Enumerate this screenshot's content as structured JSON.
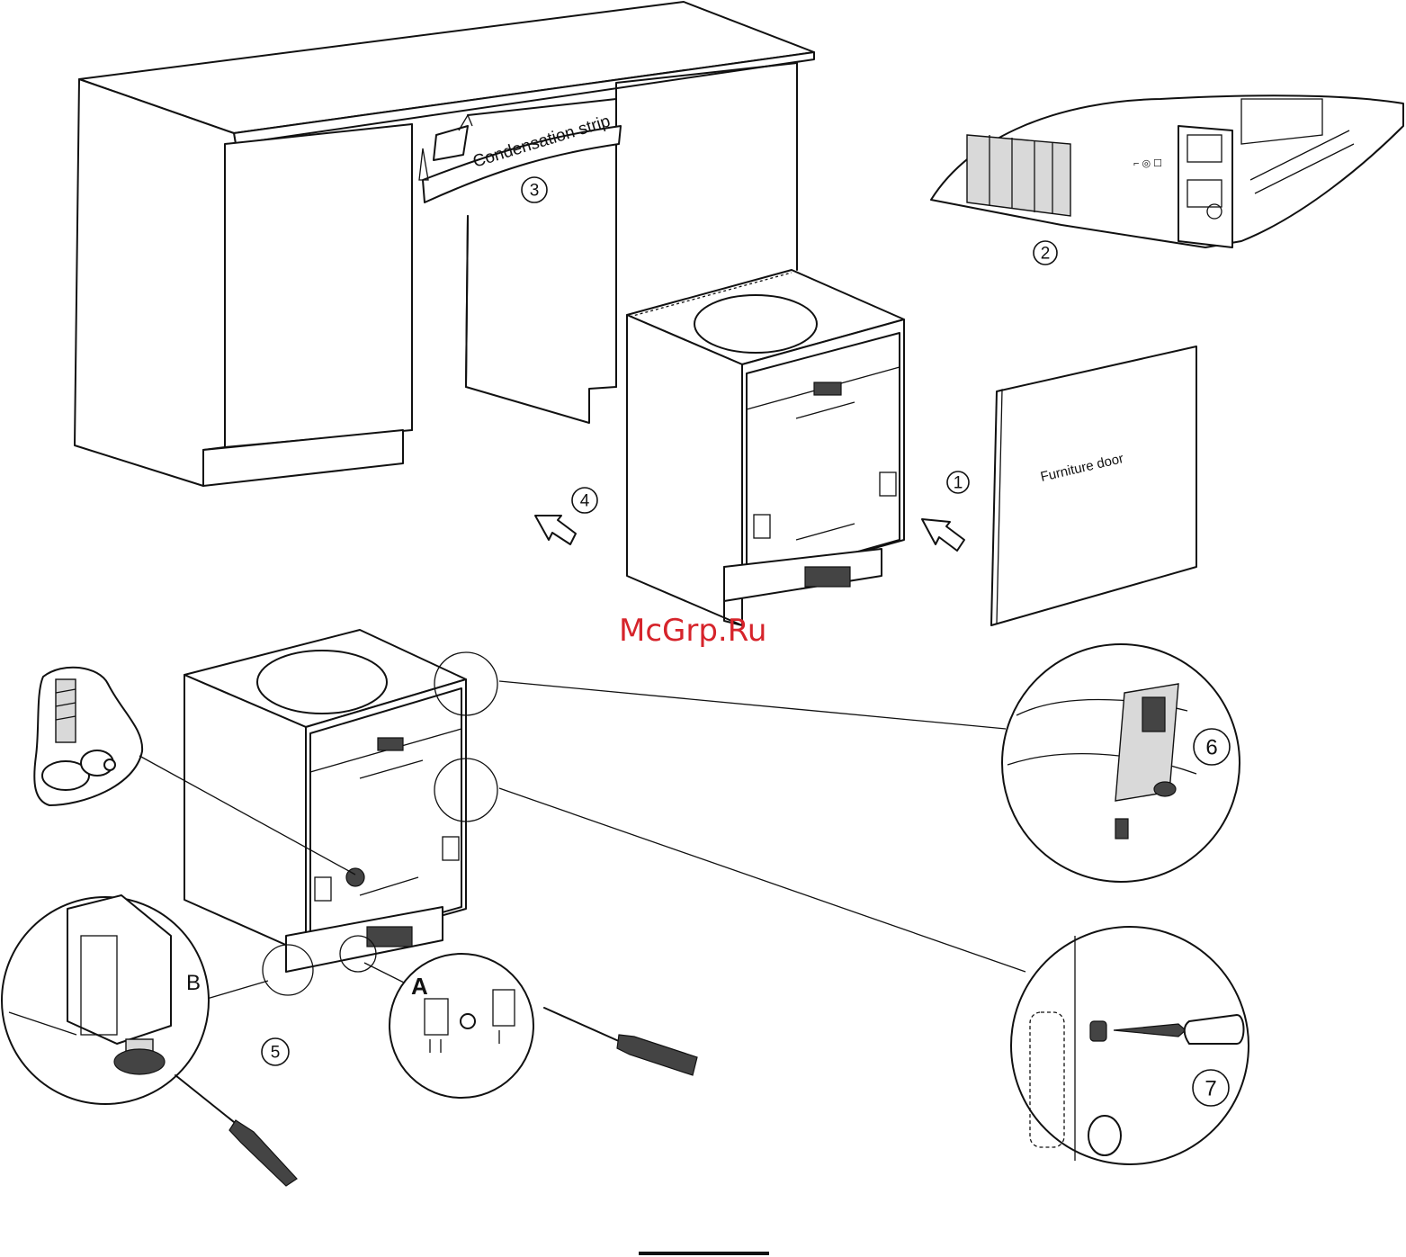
{
  "labels": {
    "condensation_strip": "Condensation strip",
    "furniture_door": "Furniture door",
    "detail_a": "A",
    "detail_b": "B"
  },
  "steps": [
    "1",
    "2",
    "3",
    "4",
    "5",
    "6",
    "7"
  ],
  "watermark": "McGrp.Ru",
  "colors": {
    "line": "#111111",
    "watermark": "#d6242b",
    "background": "#ffffff"
  }
}
